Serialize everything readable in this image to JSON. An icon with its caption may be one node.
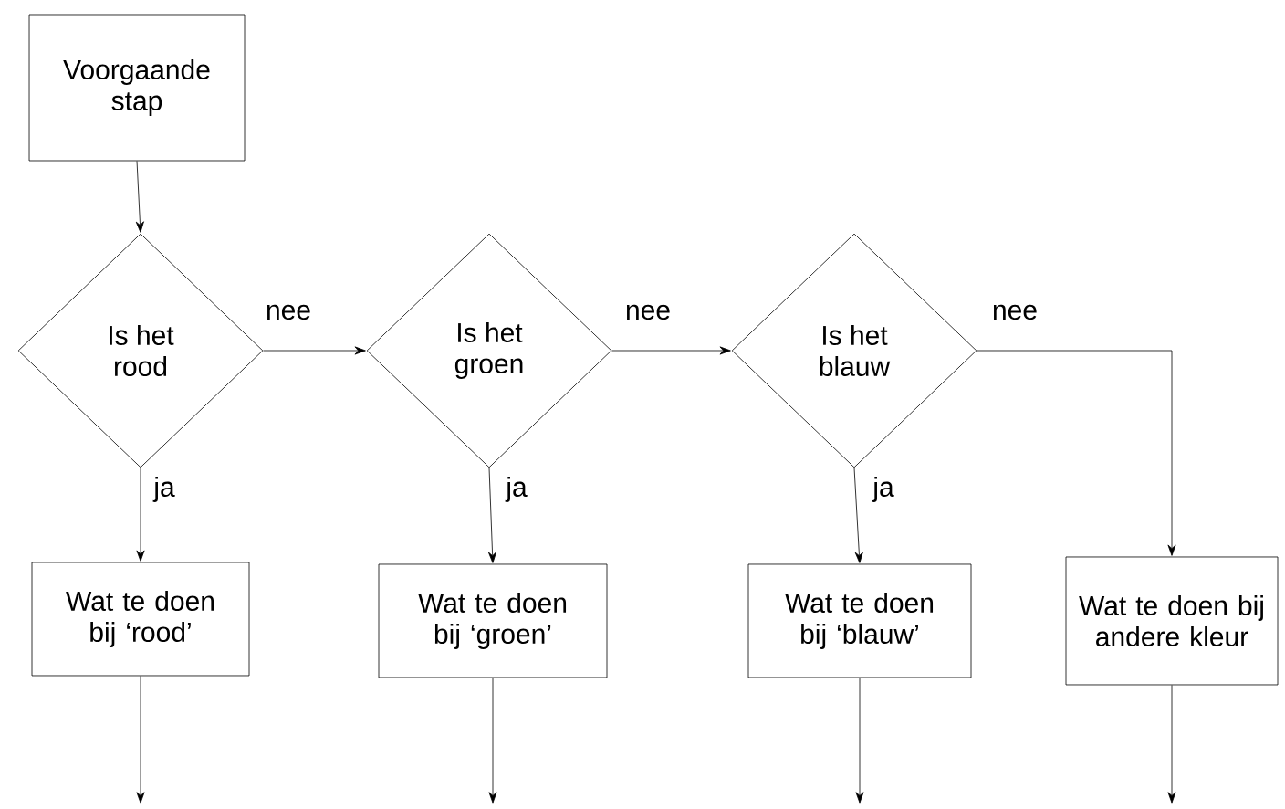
{
  "diagram": {
    "nodes": [
      {
        "text": [
          "Voorgaande stap"
        ]
      },
      {
        "text": [
          "Is het rood"
        ]
      },
      {
        "text": [
          "Is het groen"
        ]
      },
      {
        "text": [
          "Is het blauw"
        ]
      },
      {
        "text": [
          "Wat te doen bij ‘rood’"
        ]
      },
      {
        "text": [
          "Wat te doen bij ‘groen’"
        ]
      },
      {
        "text": [
          "Wat te doen bij ‘blauw’"
        ]
      },
      {
        "text": [
          "Wat te doen bij andere kleur"
        ]
      }
    ],
    "edges": [
      {
        "from": 0,
        "to": 1,
        "arrow": "to"
      },
      {
        "from": 1,
        "to": 2,
        "arrow": "to",
        "label": "nee"
      },
      {
        "from": 2,
        "to": 3,
        "arrow": "to",
        "label": "nee"
      },
      {
        "from": 3,
        "to": 7,
        "arrow": "to",
        "label": "nee"
      },
      {
        "from": 1,
        "to": 4,
        "arrow": "to",
        "label": "ja"
      },
      {
        "from": 2,
        "to": 5,
        "arrow": "to",
        "label": "ja"
      },
      {
        "from": 3,
        "to": 6,
        "arrow": "to",
        "label": "ja"
      },
      {
        "from": 4,
        "to": null,
        "arrow": "to"
      },
      {
        "from": 5,
        "to": null,
        "arrow": "to"
      },
      {
        "from": 6,
        "to": null,
        "arrow": "to"
      },
      {
        "from": 7,
        "to": null,
        "arrow": "to"
      }
    ]
  }
}
